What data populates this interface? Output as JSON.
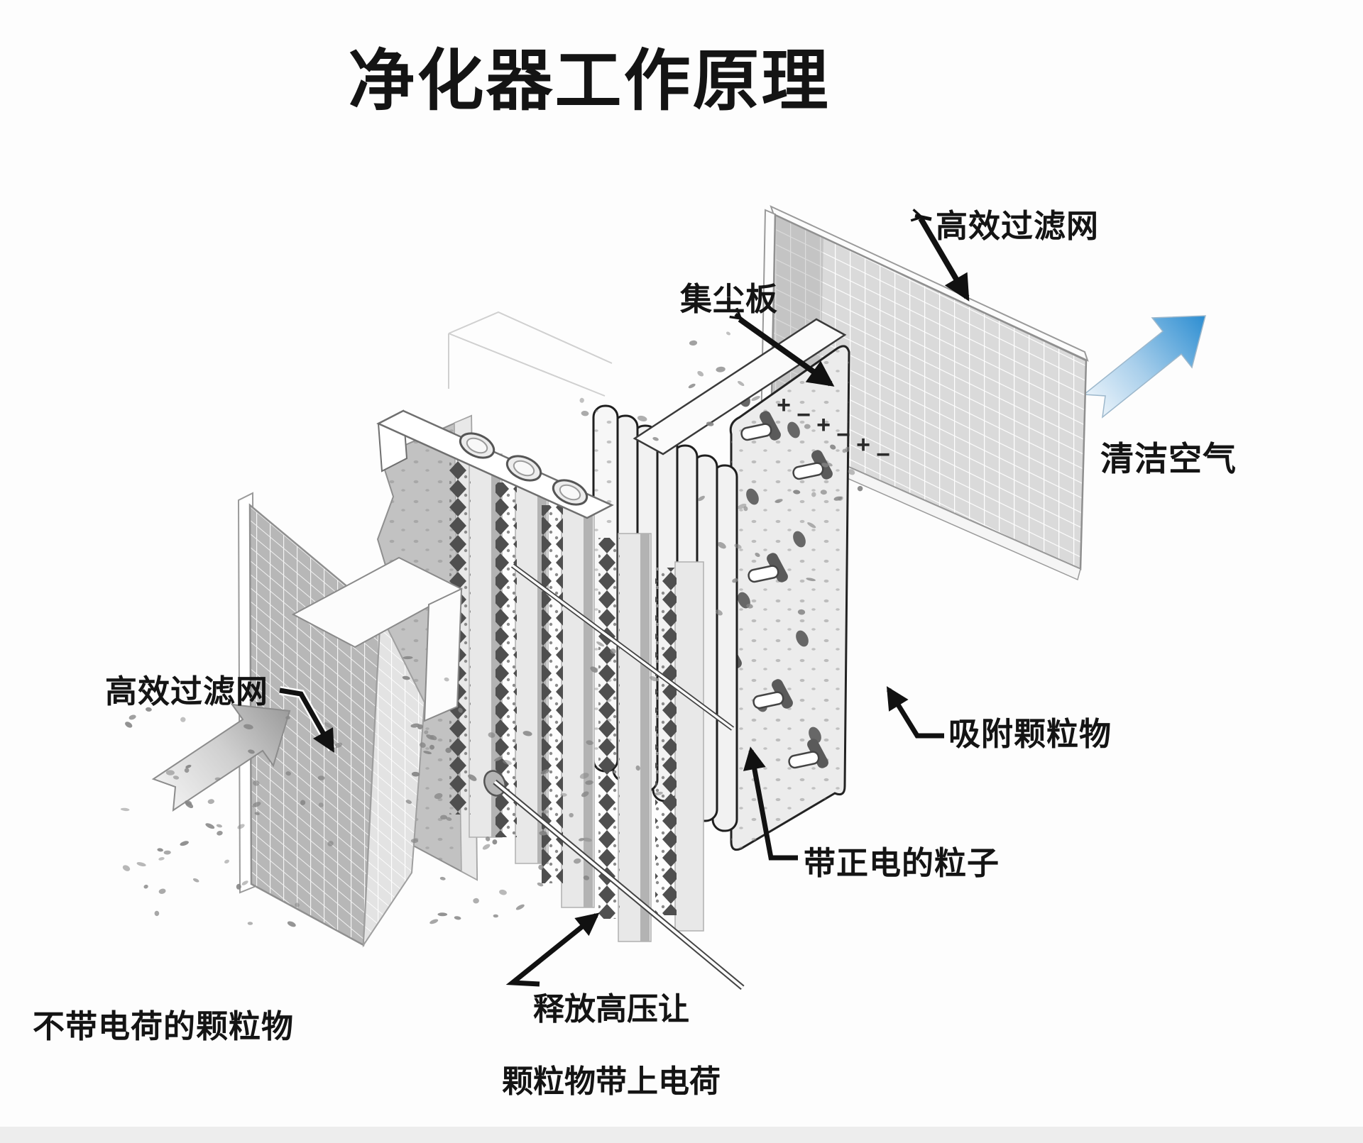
{
  "title": "净化器工作原理",
  "labels": {
    "hepa_top": "高效过滤网",
    "dust_plate": "集尘板",
    "clean_air": "清洁空气",
    "hepa_left": "高效过滤网",
    "adsorb": "吸附颗粒物",
    "positive": "带正电的粒子",
    "uncharged": "不带电荷的颗粒物",
    "discharge_line1": "释放高压让",
    "discharge_line2": "颗粒物带上电荷"
  },
  "plate_signs": [
    "+",
    "−",
    "+",
    "−",
    "+",
    "−"
  ],
  "icons": {
    "clean_air_arrow": "arrow-up-right",
    "dirty_air_arrow": "arrow-up-right"
  },
  "colors": {
    "background": "#fdfdfd",
    "footer_strip": "#ededed",
    "label_text": "#141414",
    "leader_arrow": "#111111",
    "clean_air_blue": "#2f8fd2",
    "diagram_gray": "#bdbdbd"
  }
}
